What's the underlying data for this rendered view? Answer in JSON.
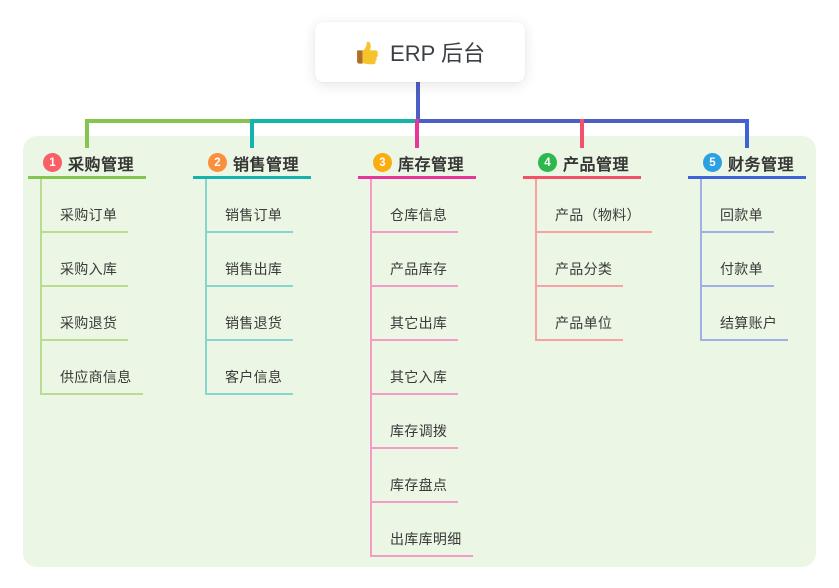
{
  "root": {
    "title": "ERP 后台",
    "icon": "thumbs-up-icon"
  },
  "canvas": {
    "background": "#ffffff",
    "panel_color": "#ebf6e4"
  },
  "connectors": {
    "root_color": "#4c5fc6",
    "left_segment_color": "#84c44f",
    "mid_segment_color": "#14b3ab",
    "right_segment_color": "#4c5fc6"
  },
  "branches": [
    {
      "number": "1",
      "label": "采购管理",
      "badge_color": "#f95f66",
      "line_color": "#84c44f",
      "item_line_color": "#b7dc92",
      "drop_color": "#84c44f",
      "items": [
        "采购订单",
        "采购入库",
        "采购退货",
        "供应商信息"
      ]
    },
    {
      "number": "2",
      "label": "销售管理",
      "badge_color": "#fb8f3d",
      "line_color": "#14b3ab",
      "item_line_color": "#86d6cd",
      "drop_color": "#14b3ab",
      "items": [
        "销售订单",
        "销售出库",
        "销售退货",
        "客户信息"
      ]
    },
    {
      "number": "3",
      "label": "库存管理",
      "badge_color": "#fbad0f",
      "line_color": "#e8359a",
      "item_line_color": "#f29cc7",
      "drop_color": "#e8359a",
      "items": [
        "仓库信息",
        "产品库存",
        "其它出库",
        "其它入库",
        "库存调拨",
        "库存盘点",
        "出库库明细"
      ]
    },
    {
      "number": "4",
      "label": "产品管理",
      "badge_color": "#2db84e",
      "line_color": "#f25263",
      "item_line_color": "#f8a2a4",
      "drop_color": "#f4506b",
      "items": [
        "产品（物料）",
        "产品分类",
        "产品单位"
      ]
    },
    {
      "number": "5",
      "label": "财务管理",
      "badge_color": "#2ba0e2",
      "line_color": "#3e63d8",
      "item_line_color": "#9fb1e2",
      "drop_color": "#3e63d8",
      "items": [
        "回款单",
        "付款单",
        "结算账户"
      ]
    }
  ]
}
